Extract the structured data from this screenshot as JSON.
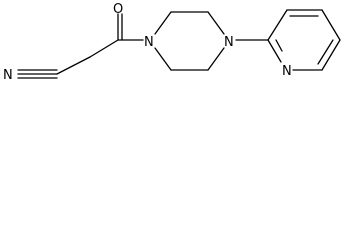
{
  "molecule": {
    "atoms": {
      "oxygen": "O",
      "nitrile_nitrogen": "N",
      "piperazine_n1": "N",
      "piperazine_n4": "N",
      "pyridine_nitrogen": "N"
    }
  },
  "colors": {
    "bond": "#000000",
    "label": "#000000",
    "background": "#ffffff"
  }
}
